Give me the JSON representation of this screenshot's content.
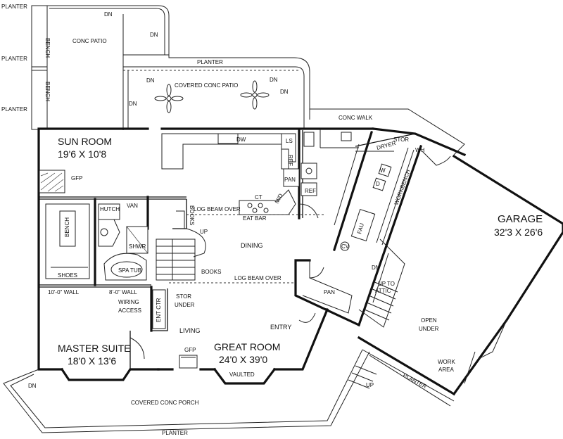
{
  "rooms": {
    "sun_room": {
      "name": "SUN ROOM",
      "size": "19'6 X 10'8"
    },
    "master_suite": {
      "name": "MASTER SUITE",
      "size": "18'0 X 13'6"
    },
    "great_room": {
      "name": "GREAT ROOM",
      "size": "24'0 X 39'0",
      "note": "VAULTED"
    },
    "garage": {
      "name": "GARAGE",
      "size": "32'3 X 26'6"
    },
    "dining": "DINING",
    "living": "LIVING",
    "entry": "ENTRY"
  },
  "outdoor": {
    "conc_patio": "CONC PATIO",
    "covered_conc_patio": "COVERED CONC PATIO",
    "covered_conc_porch": "COVERED CONC PORCH",
    "conc_walk": "CONC WALK",
    "planter": "PLANTER"
  },
  "fixtures": {
    "bench": "BENCH",
    "gfp": "GFP",
    "dw": "DW",
    "ls": "LS",
    "ref": "REF",
    "pan": "PAN",
    "ct": "CT",
    "md": "M/D",
    "eat_bar": "EAT BAR",
    "log_beam_over": "LOG BEAM OVER",
    "hutch": "HUTCH",
    "van": "VAN",
    "books": "BOOKS",
    "shwr": "SHWR",
    "spa_tub": "SPA TUB",
    "shoes": "SHOES",
    "wall_10": "10'-0\" WALL",
    "wall_8": "8'-0\" WALL",
    "wiring": "WIRING",
    "access": "ACCESS",
    "ent_ctr": "ENT CTR",
    "stor": "STOR",
    "under": "UNDER",
    "up": "UP",
    "dn": "DN",
    "dryer": "DRYER",
    "w": "W",
    "d": "D",
    "wh": "WH",
    "workbench": "WORKBENCH",
    "fau": "FAU",
    "cv": "CV",
    "up_to_attic_1": "UP TO",
    "up_to_attic_2": "ATTIC",
    "open": "OPEN",
    "work": "WORK",
    "area": "AREA"
  }
}
